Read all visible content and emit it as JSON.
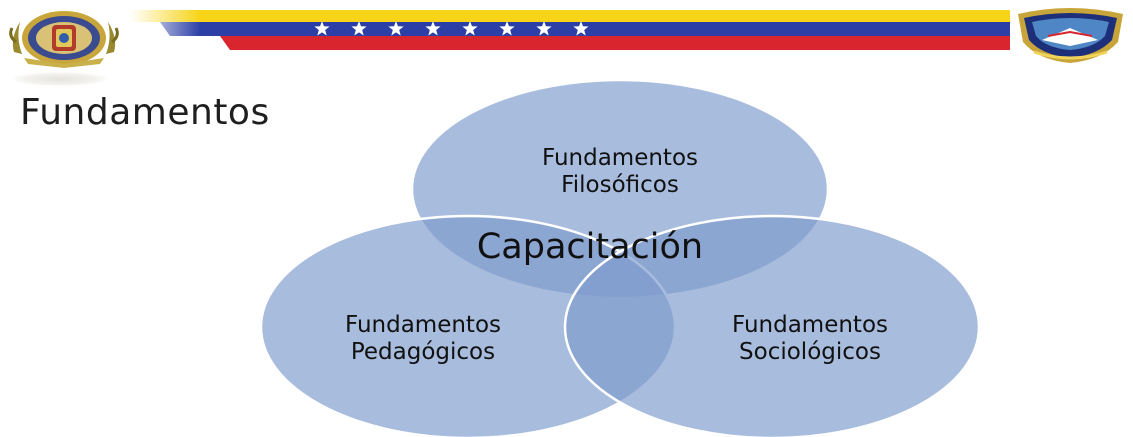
{
  "page": {
    "title": "Fundamentos"
  },
  "header": {
    "left_logo": "emblem-seal-icon",
    "right_logo": "shield-crest-icon",
    "flag_stars": 8,
    "colors": {
      "yellow": "#f7d417",
      "blue": "#2b3fa6",
      "red": "#d9252e"
    }
  },
  "diagram": {
    "type": "venn",
    "circle_fill": "#7f9ccd",
    "overlap_fill": "#5f86c6",
    "circles": [
      {
        "lines": [
          "Fundamentos",
          "Filosóficos"
        ]
      },
      {
        "lines": [
          "Fundamentos",
          "Pedagógicos"
        ]
      },
      {
        "lines": [
          "Fundamentos",
          "Sociológicos"
        ]
      }
    ],
    "center_label": "Capacitación"
  }
}
